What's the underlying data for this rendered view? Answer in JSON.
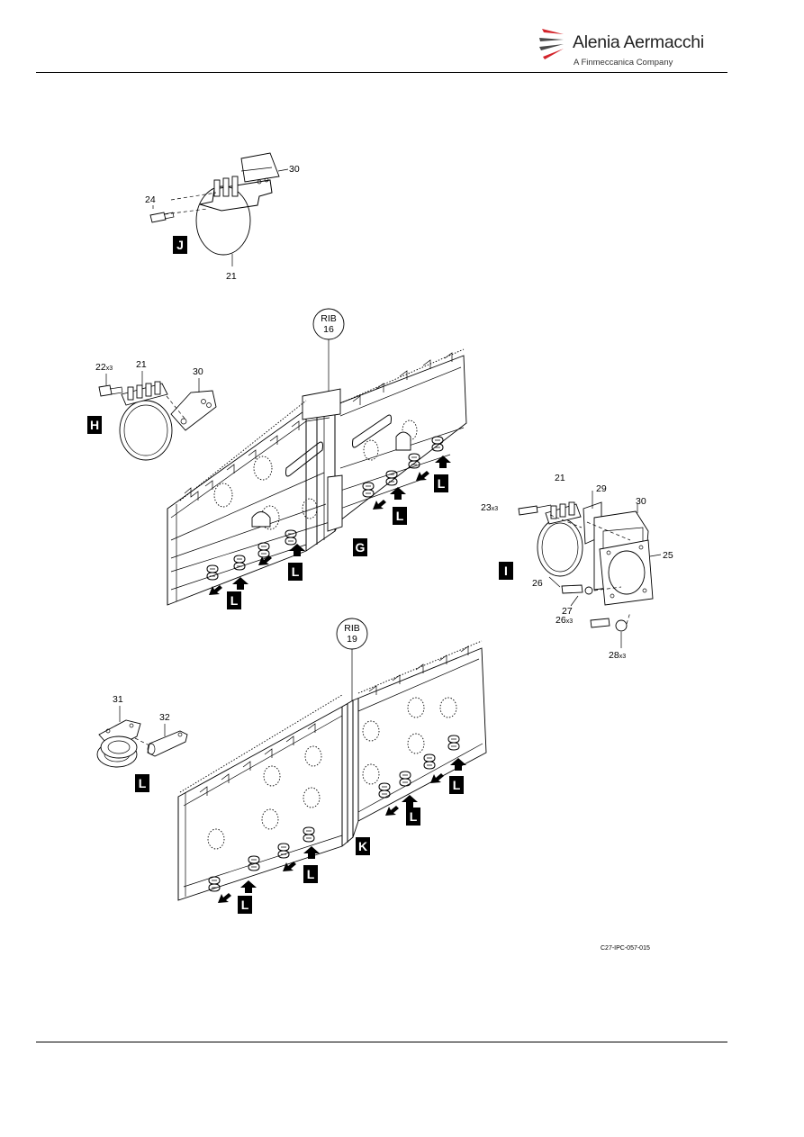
{
  "header": {
    "company": "Alenia Aermacchi",
    "subtitle": "A Finmeccanica Company"
  },
  "figure": {
    "code": "C27-IPC-057-015",
    "ribs": [
      {
        "label": "RIB",
        "number": "16"
      },
      {
        "label": "RIB",
        "number": "19"
      }
    ],
    "views": {
      "g": "G",
      "h": "H",
      "i": "I",
      "j": "J",
      "k": "K",
      "l": "L"
    },
    "items": {
      "p21": "21",
      "p22": "22",
      "p23": "23",
      "p24": "24",
      "p25": "25",
      "p26": "26",
      "p27": "27",
      "p28": "28",
      "p29": "29",
      "p30": "30",
      "p31": "31",
      "p32": "32"
    },
    "qty": {
      "x3": "x3"
    }
  }
}
